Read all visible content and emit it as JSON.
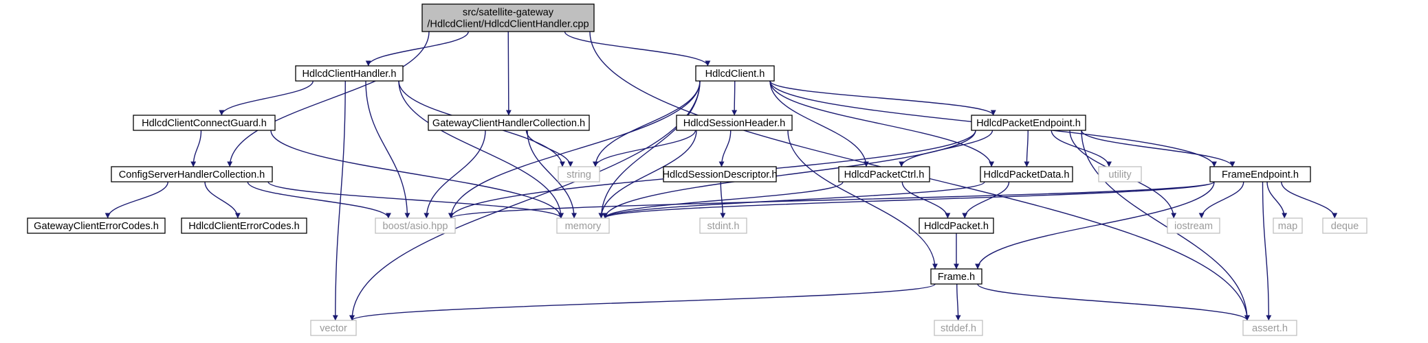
{
  "graph": {
    "nodes": [
      {
        "id": "root",
        "kind": "root",
        "lines": [
          "src/satellite-gateway",
          "/HdlcdClient/HdlcdClientHandler.cpp"
        ]
      },
      {
        "id": "hch",
        "kind": "local",
        "lines": [
          "HdlcdClientHandler.h"
        ]
      },
      {
        "id": "hc",
        "kind": "local",
        "lines": [
          "HdlcdClient.h"
        ]
      },
      {
        "id": "hccg",
        "kind": "local",
        "lines": [
          "HdlcdClientConnectGuard.h"
        ]
      },
      {
        "id": "gchc",
        "kind": "local",
        "lines": [
          "GatewayClientHandlerCollection.h"
        ]
      },
      {
        "id": "hsh",
        "kind": "local",
        "lines": [
          "HdlcdSessionHeader.h"
        ]
      },
      {
        "id": "hpe",
        "kind": "local",
        "lines": [
          "HdlcdPacketEndpoint.h"
        ]
      },
      {
        "id": "string",
        "kind": "system",
        "lines": [
          "string"
        ]
      },
      {
        "id": "csh",
        "kind": "local",
        "lines": [
          "ConfigServerHandlerCollection.h"
        ]
      },
      {
        "id": "hsd",
        "kind": "local",
        "lines": [
          "HdlcdSessionDescriptor.h"
        ]
      },
      {
        "id": "hpc",
        "kind": "local",
        "lines": [
          "HdlcdPacketCtrl.h"
        ]
      },
      {
        "id": "hpd",
        "kind": "local",
        "lines": [
          "HdlcdPacketData.h"
        ]
      },
      {
        "id": "utility",
        "kind": "system",
        "lines": [
          "utility"
        ]
      },
      {
        "id": "fe",
        "kind": "local",
        "lines": [
          "FrameEndpoint.h"
        ]
      },
      {
        "id": "gcec",
        "kind": "local",
        "lines": [
          "GatewayClientErrorCodes.h"
        ]
      },
      {
        "id": "hcec",
        "kind": "local",
        "lines": [
          "HdlcdClientErrorCodes.h"
        ]
      },
      {
        "id": "asio",
        "kind": "system",
        "lines": [
          "boost/asio.hpp"
        ]
      },
      {
        "id": "memory",
        "kind": "system",
        "lines": [
          "memory"
        ]
      },
      {
        "id": "stdint",
        "kind": "system",
        "lines": [
          "stdint.h"
        ]
      },
      {
        "id": "hp",
        "kind": "local",
        "lines": [
          "HdlcdPacket.h"
        ]
      },
      {
        "id": "iostream",
        "kind": "system",
        "lines": [
          "iostream"
        ]
      },
      {
        "id": "map",
        "kind": "system",
        "lines": [
          "map"
        ]
      },
      {
        "id": "deque",
        "kind": "system",
        "lines": [
          "deque"
        ]
      },
      {
        "id": "frame",
        "kind": "local",
        "lines": [
          "Frame.h"
        ]
      },
      {
        "id": "vector",
        "kind": "system",
        "lines": [
          "vector"
        ]
      },
      {
        "id": "stddef",
        "kind": "system",
        "lines": [
          "stddef.h"
        ]
      },
      {
        "id": "assert",
        "kind": "system",
        "lines": [
          "assert.h"
        ]
      }
    ],
    "edges": [
      [
        "root",
        "hch"
      ],
      [
        "root",
        "hc"
      ],
      [
        "root",
        "gchc"
      ],
      [
        "root",
        "csh"
      ],
      [
        "root",
        "assert"
      ],
      [
        "hch",
        "hccg"
      ],
      [
        "hch",
        "string"
      ],
      [
        "hch",
        "vector"
      ],
      [
        "hch",
        "asio"
      ],
      [
        "hch",
        "memory"
      ],
      [
        "hc",
        "hsh"
      ],
      [
        "hc",
        "hpe"
      ],
      [
        "hc",
        "hpc"
      ],
      [
        "hc",
        "hpd"
      ],
      [
        "hc",
        "fe"
      ],
      [
        "hc",
        "asio"
      ],
      [
        "hc",
        "vector"
      ],
      [
        "hc",
        "string"
      ],
      [
        "hc",
        "memory"
      ],
      [
        "hccg",
        "csh"
      ],
      [
        "hccg",
        "memory"
      ],
      [
        "gchc",
        "string"
      ],
      [
        "gchc",
        "asio"
      ],
      [
        "gchc",
        "memory"
      ],
      [
        "hsh",
        "string"
      ],
      [
        "hsh",
        "hsd"
      ],
      [
        "hsh",
        "memory"
      ],
      [
        "hsh",
        "frame"
      ],
      [
        "hpe",
        "hpc"
      ],
      [
        "hpe",
        "hpd"
      ],
      [
        "hpe",
        "utility"
      ],
      [
        "hpe",
        "fe"
      ],
      [
        "hpe",
        "iostream"
      ],
      [
        "hpe",
        "asio"
      ],
      [
        "hpe",
        "memory"
      ],
      [
        "hpe",
        "assert"
      ],
      [
        "csh",
        "gcec"
      ],
      [
        "csh",
        "hcec"
      ],
      [
        "csh",
        "asio"
      ],
      [
        "csh",
        "memory"
      ],
      [
        "hsd",
        "stdint"
      ],
      [
        "hpc",
        "hp"
      ],
      [
        "hpc",
        "memory"
      ],
      [
        "hpd",
        "hp"
      ],
      [
        "hpd",
        "memory"
      ],
      [
        "fe",
        "iostream"
      ],
      [
        "fe",
        "map"
      ],
      [
        "fe",
        "deque"
      ],
      [
        "fe",
        "frame"
      ],
      [
        "fe",
        "asio"
      ],
      [
        "fe",
        "memory"
      ],
      [
        "fe",
        "assert"
      ],
      [
        "hp",
        "frame"
      ],
      [
        "frame",
        "vector"
      ],
      [
        "frame",
        "stddef"
      ],
      [
        "frame",
        "assert"
      ]
    ]
  }
}
